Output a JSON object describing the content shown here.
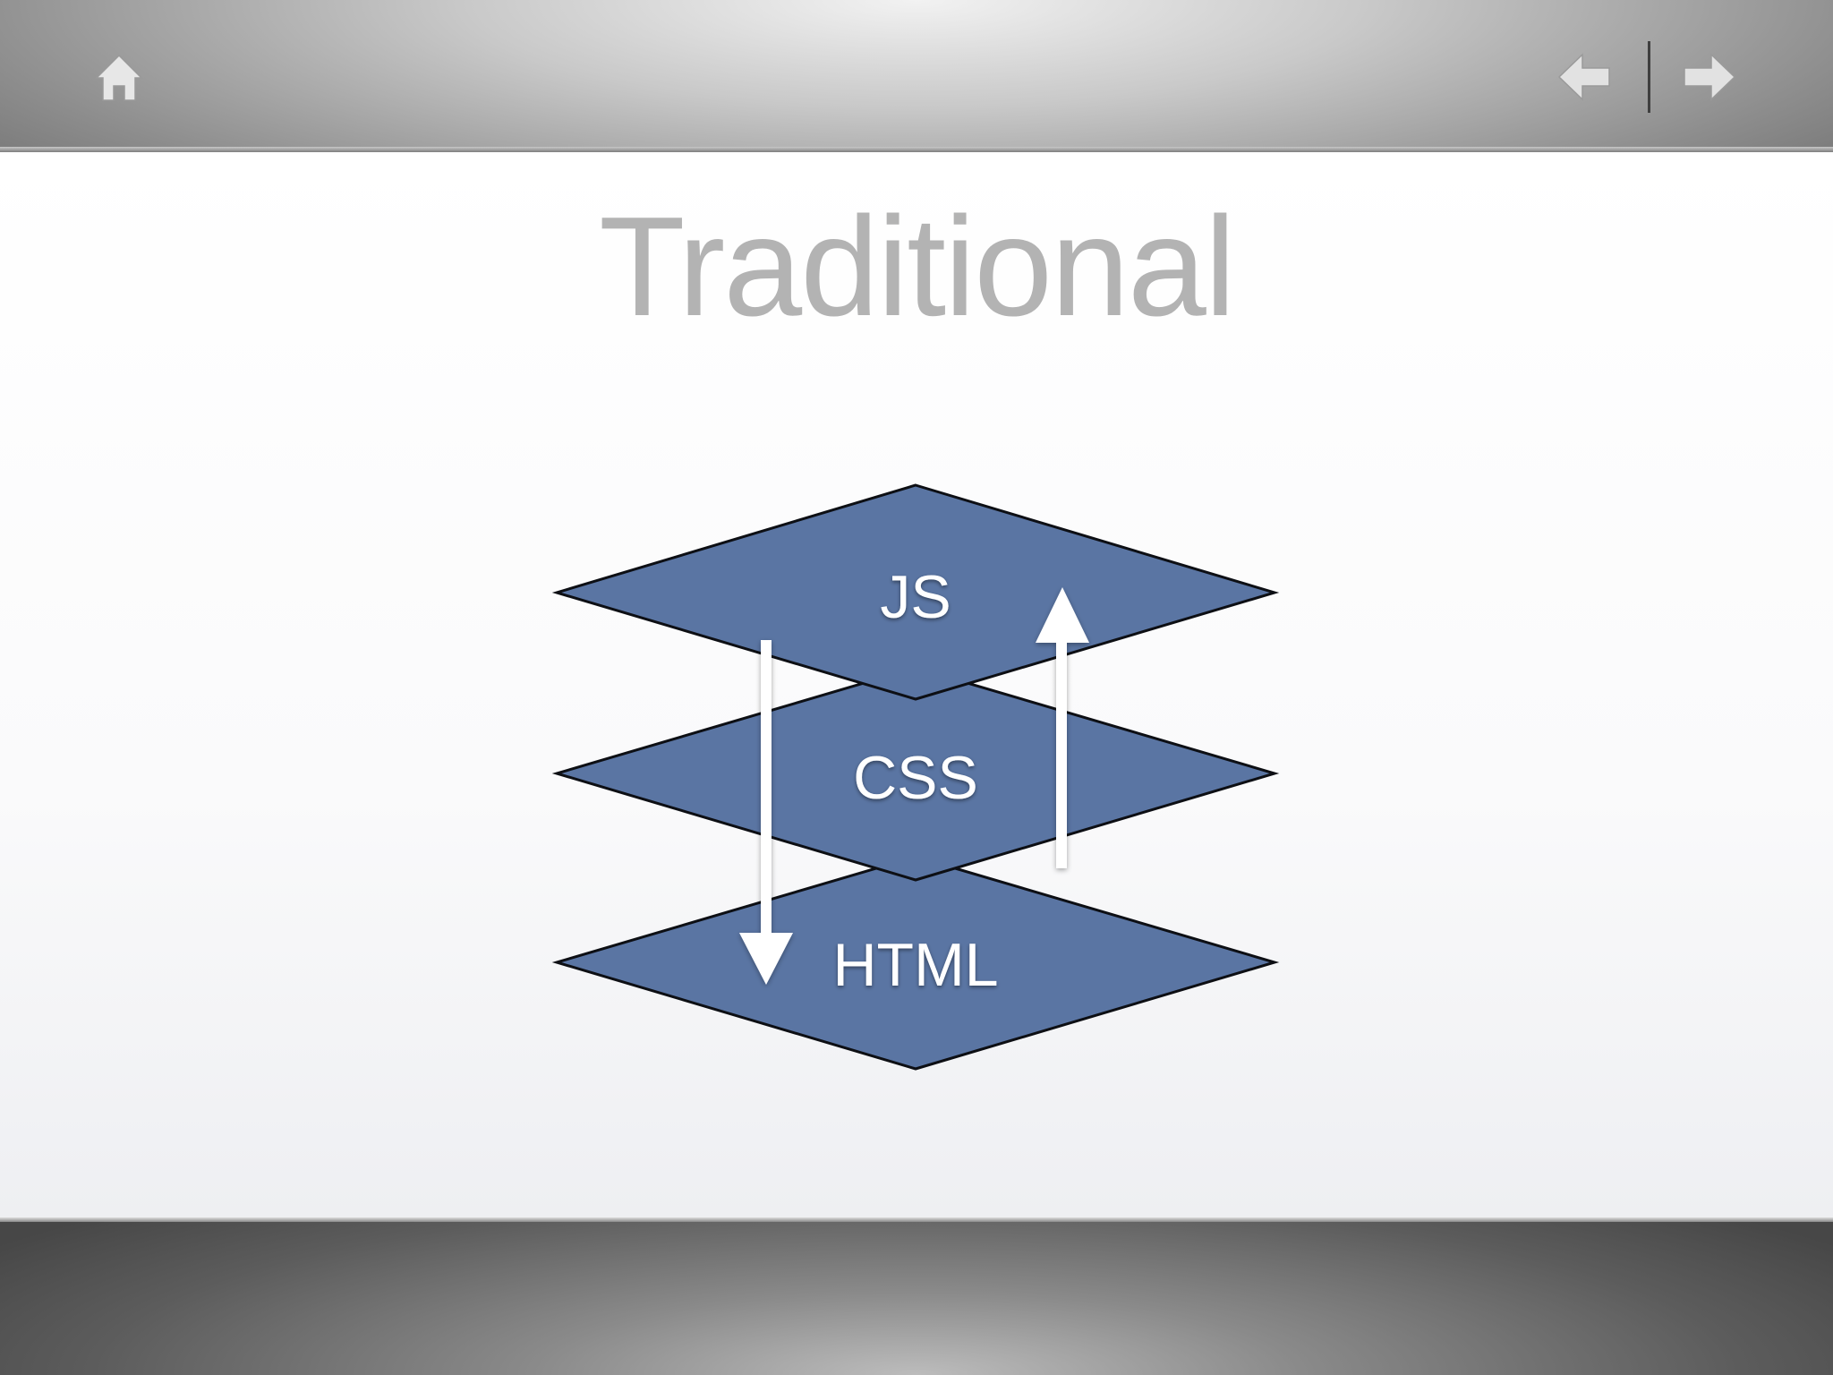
{
  "navigation": {
    "home_icon": "home-icon",
    "back_icon": "arrow-left-icon",
    "forward_icon": "arrow-right-icon"
  },
  "slide": {
    "title": "Traditional",
    "layers": [
      {
        "label": "JS"
      },
      {
        "label": "CSS"
      },
      {
        "label": "HTML"
      }
    ],
    "arrows": [
      {
        "direction": "down",
        "from": "JS",
        "to": "HTML"
      },
      {
        "direction": "up",
        "from": "CSS",
        "to": "JS"
      }
    ]
  },
  "colors": {
    "layer_fill": "#5a75a3",
    "layer_stroke": "#0d0f14",
    "title": "#b3b3b3",
    "arrow": "#ffffff"
  }
}
